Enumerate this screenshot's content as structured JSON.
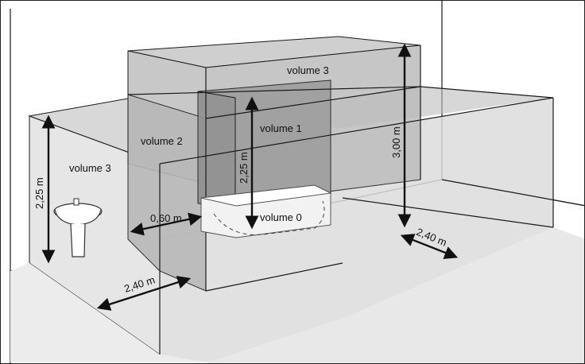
{
  "labels": {
    "volume_3_top": "volume 3",
    "volume_1": "volume 1",
    "volume_2": "volume 2",
    "volume_3_left": "volume 3",
    "volume_0": "volume 0"
  },
  "dimensions": {
    "height_left": "2,25 m",
    "height_shower": "2,25 m",
    "height_total": "3,00 m",
    "width_0_60": "0,60 m",
    "depth_left": "2,40 m",
    "depth_right": "2,40 m"
  },
  "colors": {
    "volume_light": "#d9d9d9",
    "volume_mid": "#c4c4c4",
    "volume_dark": "#a9a9a9",
    "floor": "#e3e3e3",
    "line": "#1a1a1a"
  },
  "icons": {
    "sink": "washbasin-icon",
    "bathtub": "bathtub-icon"
  }
}
